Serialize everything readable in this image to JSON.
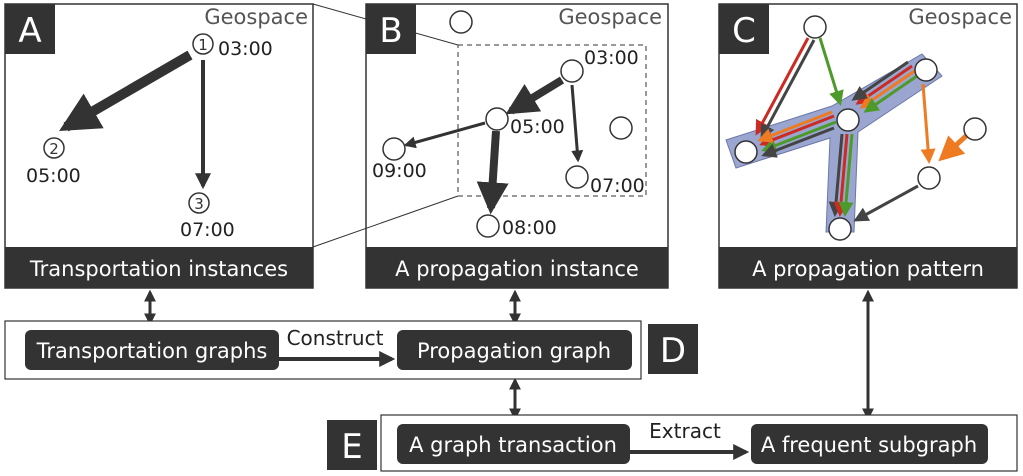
{
  "panels": {
    "a": {
      "letter": "A",
      "geo": "Geospace",
      "caption": "Transportation instances",
      "nodes": [
        {
          "label": "1",
          "time": "03:00"
        },
        {
          "label": "2",
          "time": "05:00"
        },
        {
          "label": "3",
          "time": "07:00"
        }
      ]
    },
    "b": {
      "letter": "B",
      "geo": "Geospace",
      "caption": "A propagation instance",
      "times": [
        "03:00",
        "05:00",
        "09:00",
        "07:00",
        "08:00"
      ]
    },
    "c": {
      "letter": "C",
      "geo": "Geospace",
      "caption": "A propagation pattern"
    }
  },
  "flow": {
    "d_letter": "D",
    "e_letter": "E",
    "transport_graphs": "Transportation graphs",
    "construct": "Construct",
    "propagation_graph": "Propagation graph",
    "graph_transaction": "A graph transaction",
    "extract": "Extract",
    "frequent_subgraph": "A frequent subgraph"
  },
  "colors": {
    "dark": "#333333",
    "red": "#cc2a22",
    "green": "#4d9a2a",
    "orange": "#ee7b22",
    "highlight": "#9aa6cf"
  }
}
